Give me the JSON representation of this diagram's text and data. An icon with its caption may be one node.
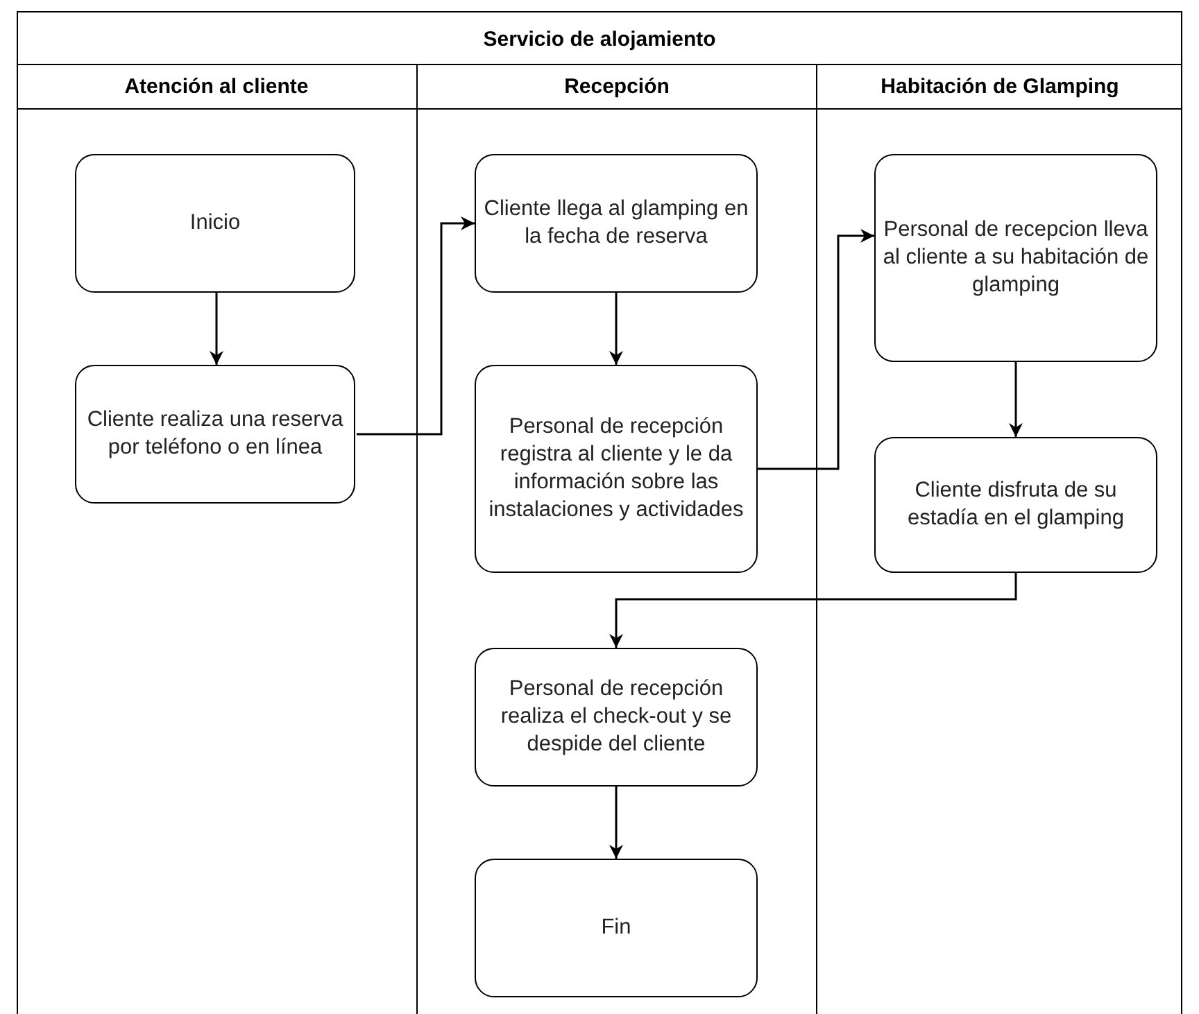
{
  "diagram": {
    "nodes": [
      {
        "text": [
          "Servicio de alojamiento"
        ]
      },
      {
        "text": [
          "Atención al cliente"
        ],
        "in": 0
      },
      {
        "text": [
          "Recepción"
        ],
        "in": 0
      },
      {
        "text": [
          "Habitación de Glamping"
        ],
        "in": 0
      },
      {
        "text": [
          "Inicio"
        ],
        "in": 1
      },
      {
        "text": [
          "Cliente realiza una reserva por teléfono o en línea"
        ],
        "in": 1
      },
      {
        "text": [
          "Cliente llega al glamping en la fecha de reserva"
        ],
        "in": 2
      },
      {
        "text": [
          "Personal de recepción registra al cliente y le da información sobre las instalaciones y actividades"
        ],
        "in": 2
      },
      {
        "text": [
          "Personal de recepcion lleva al cliente a su habitación de glamping"
        ],
        "in": 3
      },
      {
        "text": [
          "Cliente disfruta de su estadía en el glamping"
        ],
        "in": 3
      },
      {
        "text": [
          "Personal de recepción realiza el check-out y se despide del cliente"
        ],
        "in": 2
      },
      {
        "text": [
          "Fin"
        ],
        "in": 2
      }
    ],
    "edges": [
      {
        "from": 4,
        "to": 5,
        "arrow": "to"
      },
      {
        "from": 5,
        "to": 6,
        "arrow": "to"
      },
      {
        "from": 6,
        "to": 7,
        "arrow": "to"
      },
      {
        "from": 7,
        "to": 8,
        "arrow": "to"
      },
      {
        "from": 8,
        "to": 9,
        "arrow": "to"
      },
      {
        "from": 9,
        "to": 10,
        "arrow": "to"
      },
      {
        "from": 10,
        "to": 11,
        "arrow": "to"
      }
    ]
  }
}
